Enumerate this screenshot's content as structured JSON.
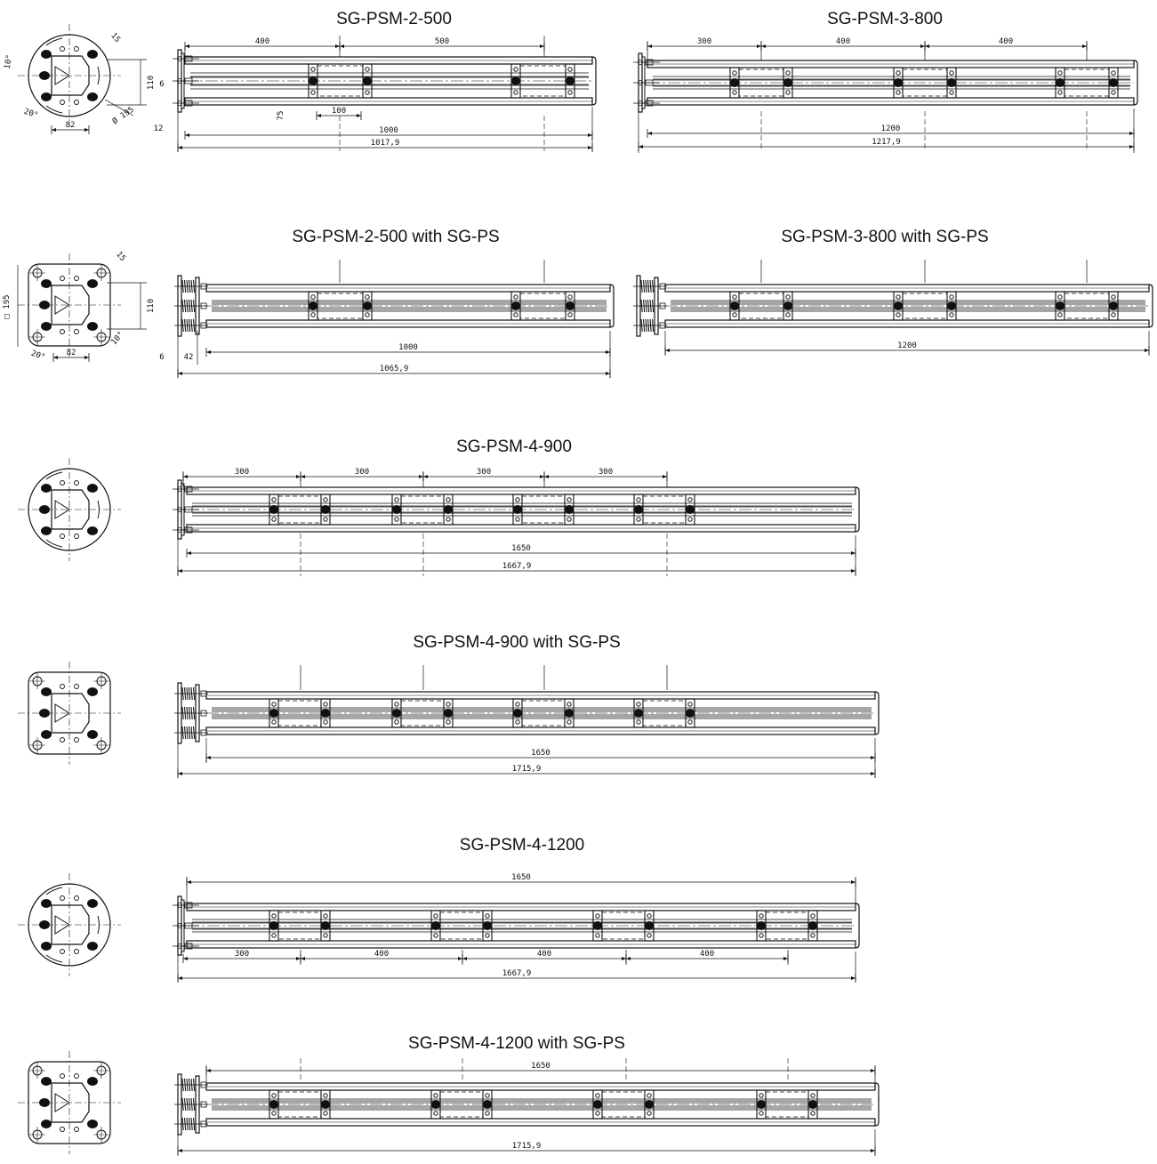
{
  "drawings": [
    {
      "title": "SG-PSM-2-500",
      "base": "plate",
      "dims_top": [
        "400",
        "500"
      ],
      "dims_bottom": [
        "1000",
        "1017,9"
      ],
      "extra_dims": [
        "100",
        "75",
        "12"
      ],
      "end_view_dims": [
        "15",
        "10°",
        "110",
        "6",
        "20°",
        "82",
        "Ø 195"
      ]
    },
    {
      "title": "SG-PSM-3-800",
      "base": "plate",
      "dims_top": [
        "300",
        "400",
        "400"
      ],
      "dims_bottom": [
        "1200",
        "1217,9"
      ]
    },
    {
      "title": "SG-PSM-2-500 with SG-PS",
      "base": "spring",
      "dims_bottom": [
        "1000",
        "1065,9"
      ],
      "extra_dims": [
        "6",
        "42"
      ],
      "end_view_dims": [
        "□ 195",
        "15",
        "110",
        "10°",
        "20°",
        "82"
      ]
    },
    {
      "title": "SG-PSM-3-800 with SG-PS",
      "base": "spring",
      "dims_bottom": [
        "1200"
      ]
    },
    {
      "title": "SG-PSM-4-900",
      "base": "plate",
      "dims_top": [
        "300",
        "300",
        "300",
        "300"
      ],
      "dims_bottom": [
        "1650",
        "1667,9"
      ]
    },
    {
      "title": "SG-PSM-4-900 with SG-PS",
      "base": "spring",
      "dims_bottom": [
        "1650",
        "1715,9"
      ]
    },
    {
      "title": "SG-PSM-4-1200",
      "base": "plate",
      "dims_top": [
        "1650"
      ],
      "dims_bottom": [
        "300",
        "400",
        "400",
        "400",
        "1667,9"
      ]
    },
    {
      "title": "SG-PSM-4-1200 with SG-PS",
      "base": "spring",
      "dims_top": [
        "1650"
      ],
      "dims_bottom": [
        "1715,9"
      ]
    }
  ]
}
